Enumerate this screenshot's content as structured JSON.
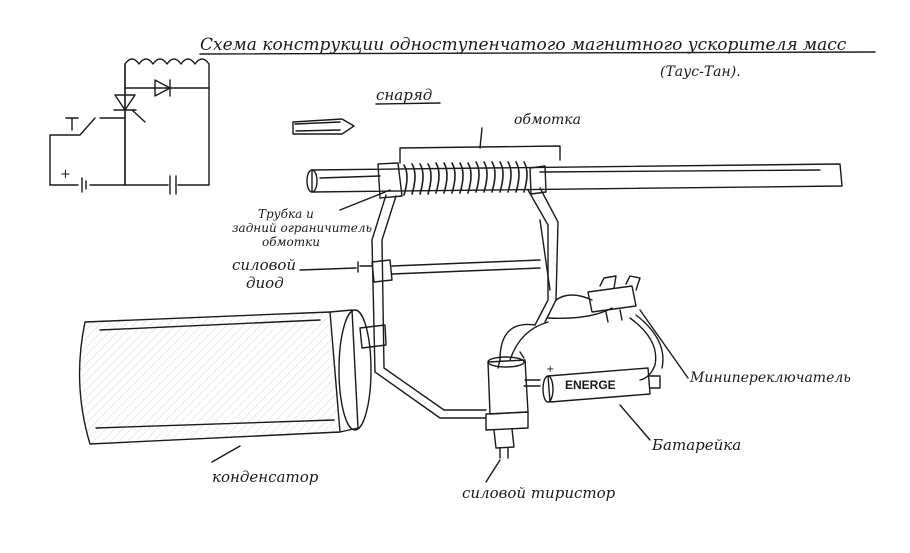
{
  "title": "Схема конструкции одноступенчатого магнитного ускорителя масс",
  "author": "(Таус-Тан).",
  "labels": {
    "projectile": "снаряд",
    "winding": "обмотка",
    "tube_line1": "Трубка и",
    "tube_line2": "задний ограничитель",
    "tube_line3": "обмотки",
    "diode_line1": "силовой",
    "diode_line2": "диод",
    "switch": "Минипереключатель",
    "battery": "Батарейка",
    "capacitor": "конденсатор",
    "thyristor": "силовой тиристор",
    "battery_brand": "ENERGE"
  },
  "schematic": {
    "key_label": "T",
    "plus_sign": "+"
  },
  "battery_polarity": "+"
}
